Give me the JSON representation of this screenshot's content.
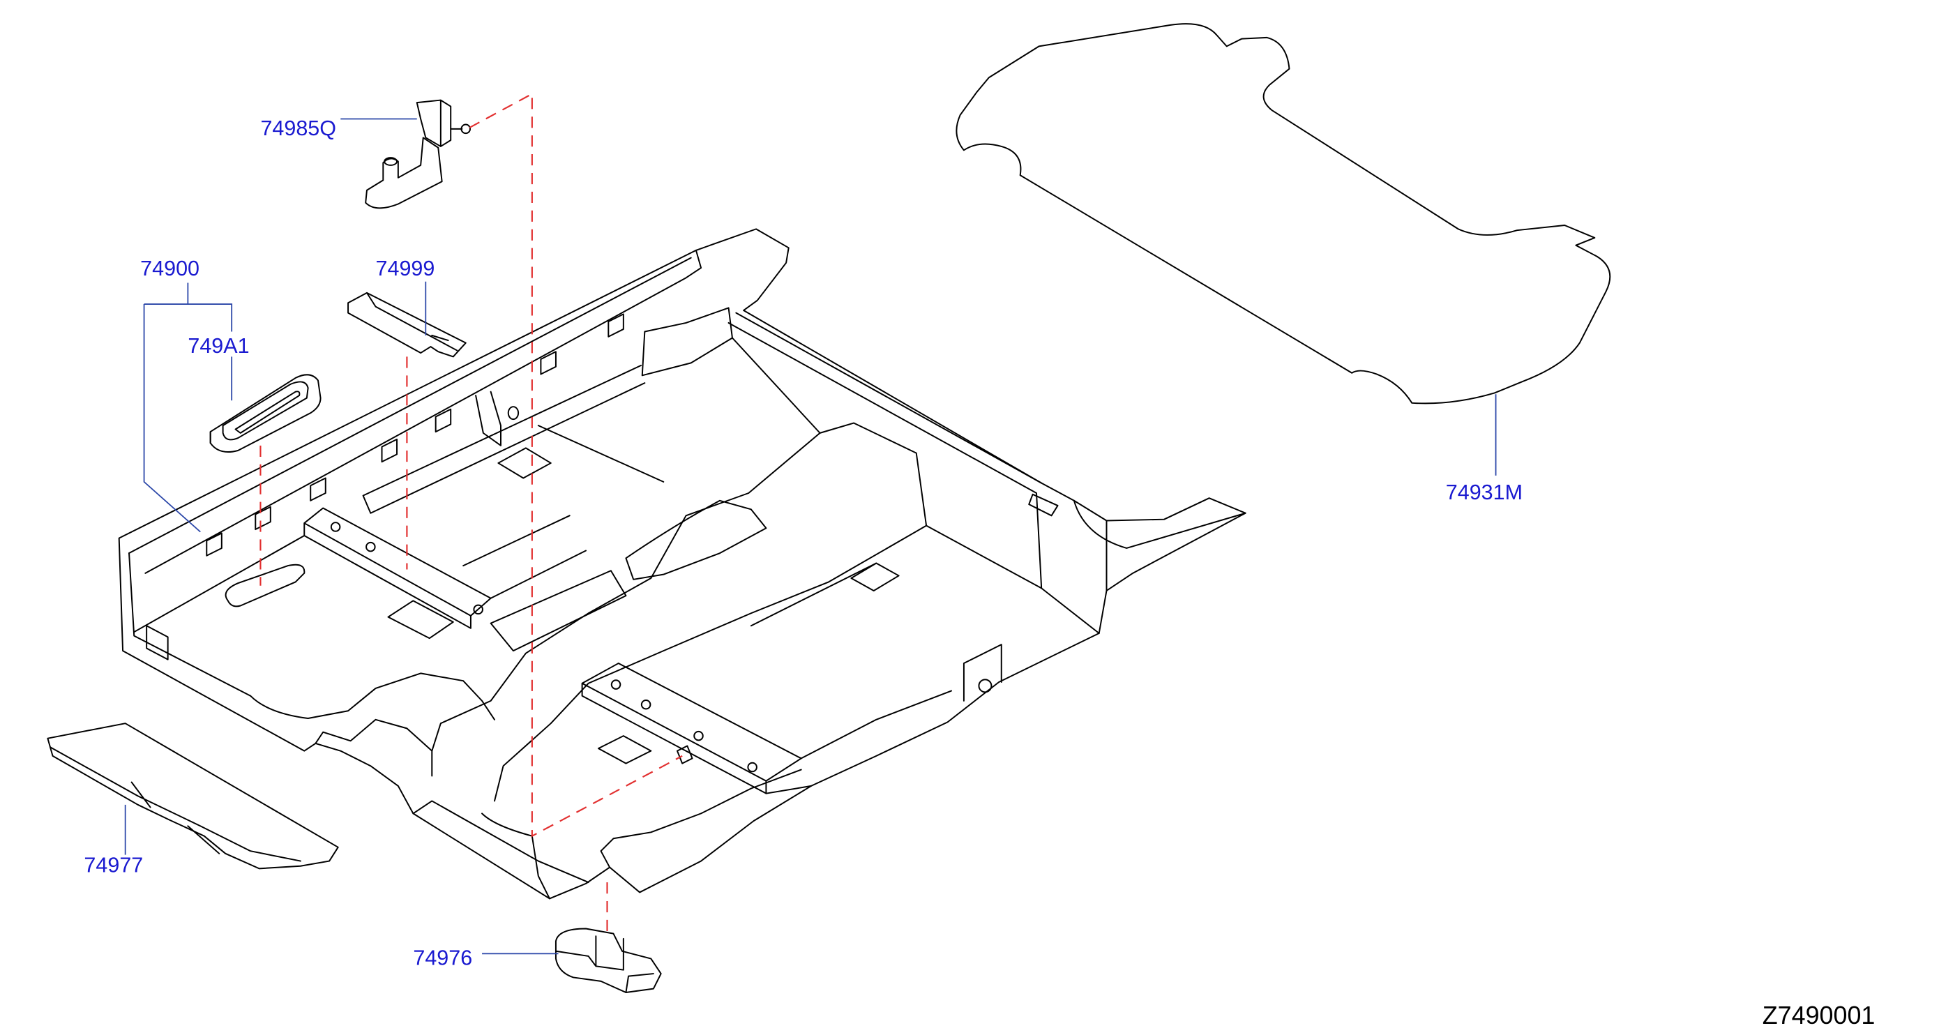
{
  "diagram": {
    "callouts": [
      {
        "part_number": "74985Q"
      },
      {
        "part_number": "74900"
      },
      {
        "part_number": "749A1"
      },
      {
        "part_number": "74999"
      },
      {
        "part_number": "74931M"
      },
      {
        "part_number": "74977"
      },
      {
        "part_number": "74976"
      }
    ],
    "figure_code": "Z7490001"
  },
  "colors": {
    "callout_text": "#1a1ad0",
    "leader_line": "#2a46a8",
    "dashed_line": "#e23030",
    "drawing_line": "#000000",
    "figure_code_text": "#000000"
  }
}
